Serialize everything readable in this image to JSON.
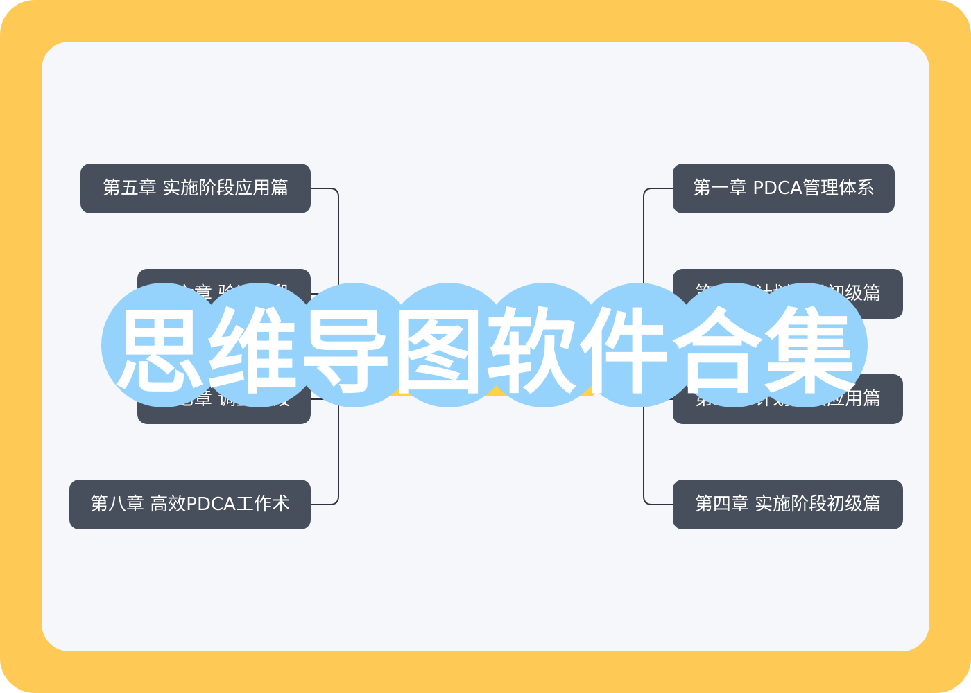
{
  "colors": {
    "frame": "#FFC955",
    "canvas": "#F6F7FB",
    "node": "#474E5C",
    "connector": "#2F3440",
    "bubble": "#96D3FC",
    "banner_text": "#FFFFFF",
    "center_accent": "#FFD23F"
  },
  "mindmap": {
    "right_branches": [
      {
        "label": "第一章 PDCA管理体系"
      },
      {
        "label": "第二章 计划阶段初级篇"
      },
      {
        "label": "第三章 计划阶段应用篇"
      },
      {
        "label": "第四章 实施阶段初级篇"
      }
    ],
    "left_branches": [
      {
        "label": "第五章 实施阶段应用篇"
      },
      {
        "label": "第六章 验证阶段"
      },
      {
        "label": "第七章 调整阶段"
      },
      {
        "label": "第八章 高效PDCA工作术"
      }
    ]
  },
  "banner": {
    "title": "思维导图软件合集"
  }
}
